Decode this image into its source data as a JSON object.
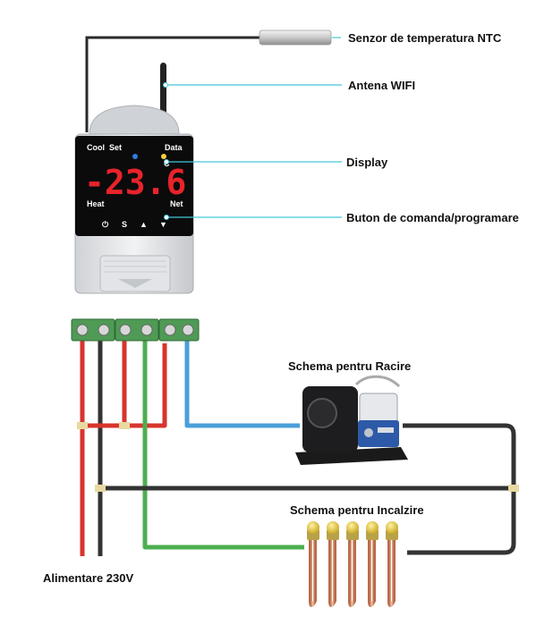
{
  "labels": {
    "sensor": "Senzor de temperatura NTC",
    "antenna": "Antena WIFI",
    "display": "Display",
    "buttons": "Buton de comanda/programare",
    "cooling": "Schema pentru Racire",
    "heating": "Schema pentru Incalzire",
    "power": "Alimentare 230V"
  },
  "device": {
    "cool": "Cool",
    "set": "Set",
    "data": "Data",
    "heat": "Heat",
    "net": "Net",
    "reading": "-23.6",
    "unit": "C",
    "btn_power": "⏻",
    "btn_s": "S",
    "btn_up": "▲",
    "btn_down": "▼"
  },
  "colors": {
    "wire_red": "#d8342c",
    "wire_black": "#333333",
    "wire_green": "#4caf50",
    "wire_blue": "#4a9fd8",
    "pointer": "#45c8d8",
    "terminal_green": "#4f9a55",
    "display_digits": "#e8232a"
  }
}
